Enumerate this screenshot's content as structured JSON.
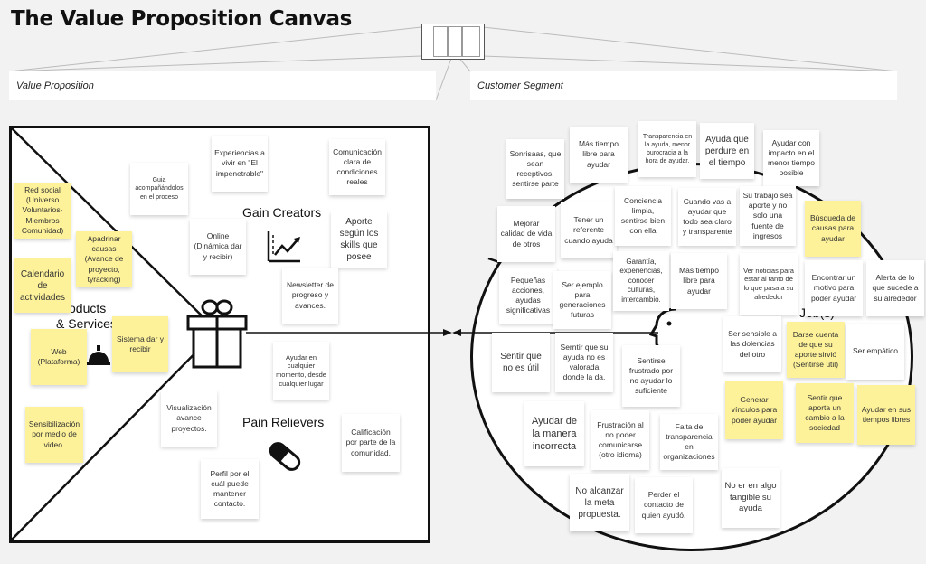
{
  "page_title": "The Value Proposition Canvas",
  "headers": {
    "value_proposition": "Value Proposition",
    "customer_segment": "Customer Segment"
  },
  "labels": {
    "gain_creators": "Gain Creators",
    "pain_relievers": "Pain Relievers",
    "products_services": "Products\n& Services",
    "jobs_partial": "Job(s)"
  },
  "vp_notes": [
    {
      "text": "Red social (Universo Voluntarios-Miembros Comunidad)",
      "color": "yellow"
    },
    {
      "text": "Apadrinar causas (Avance de proyecto, tyracking)",
      "color": "yellow"
    },
    {
      "text": "Calendario de actividades",
      "color": "yellow"
    },
    {
      "text": "Web (Plataforma)",
      "color": "yellow"
    },
    {
      "text": "Sistema dar y recibir",
      "color": "yellow"
    },
    {
      "text": "Sensibilización por medio de video.",
      "color": "yellow"
    },
    {
      "text": "Guia acompañándolos en el proceso",
      "color": "white"
    },
    {
      "text": "Experiencias a vivir en \"El impenetrable\"",
      "color": "white"
    },
    {
      "text": "Comunicación clara de condiciones reales",
      "color": "white"
    },
    {
      "text": "Online (Dinámica dar y recibir)",
      "color": "white"
    },
    {
      "text": "Aporte según los skills que posee",
      "color": "white"
    },
    {
      "text": "Newsletter de progreso y avances.",
      "color": "white"
    },
    {
      "text": "Ayudar en cualquier momento, desde cualquier lugar",
      "color": "white"
    },
    {
      "text": "Visualización avance proyectos.",
      "color": "white"
    },
    {
      "text": "Calificación por parte de la comunidad.",
      "color": "white"
    },
    {
      "text": "Perfil por el cuál puede mantener contacto.",
      "color": "white"
    }
  ],
  "cs_notes": [
    {
      "text": "Sonrisaas, que sean receptivos, sentirse parte",
      "color": "white"
    },
    {
      "text": "Más tiempo libre para ayudar",
      "color": "white"
    },
    {
      "text": "Transparencia en la ayuda, menor burocracia a la hora de ayudar.",
      "color": "white"
    },
    {
      "text": "Ayuda que perdure en el tiempo",
      "color": "white"
    },
    {
      "text": "Ayudar con impacto en el menor tiempo posible",
      "color": "white"
    },
    {
      "text": "Mejorar calidad de vida de otros",
      "color": "white"
    },
    {
      "text": "Tener un referente cuando ayuda",
      "color": "white"
    },
    {
      "text": "Conciencia limpia, sentirse bien con ella",
      "color": "white"
    },
    {
      "text": "Cuando vas a ayudar que todo sea claro y transparente",
      "color": "white"
    },
    {
      "text": "Su trabajo sea aporte y no solo una fuente de ingresos",
      "color": "white"
    },
    {
      "text": "Búsqueda de causas para ayudar",
      "color": "yellow"
    },
    {
      "text": "Pequeñas acciones, ayudas significativas",
      "color": "white"
    },
    {
      "text": "Ser ejemplo para generaciones futuras",
      "color": "white"
    },
    {
      "text": "Garantía, experiencias, conocer culturas, intercambio.",
      "color": "white"
    },
    {
      "text": "Más tiempo libre para ayudar",
      "color": "white"
    },
    {
      "text": "Ver noticias para estar al tanto de lo que pasa a su alrededor",
      "color": "white"
    },
    {
      "text": "Encontrar un motivo para poder ayudar",
      "color": "white"
    },
    {
      "text": "Alerta de lo que sucede a su alrededor",
      "color": "white"
    },
    {
      "text": "Ser sensible a las dolencias del otro",
      "color": "white"
    },
    {
      "text": "Darse cuenta de que su aporte sirvió (Sentirse útil)",
      "color": "yellow"
    },
    {
      "text": "Ser empático",
      "color": "white"
    },
    {
      "text": "Sentir que no es útil",
      "color": "white"
    },
    {
      "text": "Serntir que su ayuda no es valorada donde la da.",
      "color": "white"
    },
    {
      "text": "Sentirse frustrado por no ayudar lo suficiente",
      "color": "white"
    },
    {
      "text": "Generar vínculos para poder ayudar",
      "color": "yellow"
    },
    {
      "text": "Sentir que aporta un cambio a la sociedad",
      "color": "yellow"
    },
    {
      "text": "Ayudar en sus tiempos libres",
      "color": "yellow"
    },
    {
      "text": "Ayudar de la manera incorrecta",
      "color": "white"
    },
    {
      "text": "Frustración al no poder comunicarse (otro idioma)",
      "color": "white"
    },
    {
      "text": "Falta de transparencia en organizaciones",
      "color": "white"
    },
    {
      "text": "No alcanzar la meta propuesta.",
      "color": "white"
    },
    {
      "text": "Perder el contacto de quien ayudó.",
      "color": "white"
    },
    {
      "text": "No er en algo tangible su ayuda",
      "color": "white"
    }
  ],
  "icons": [
    "gift-icon",
    "chart-icon",
    "pill-icon",
    "bell-icon",
    "face-icon",
    "arrow-icon"
  ],
  "colors": {
    "yellow_note": "#fdf29a",
    "white_note": "#ffffff",
    "background": "#f2f2f2",
    "stroke": "#111111"
  }
}
